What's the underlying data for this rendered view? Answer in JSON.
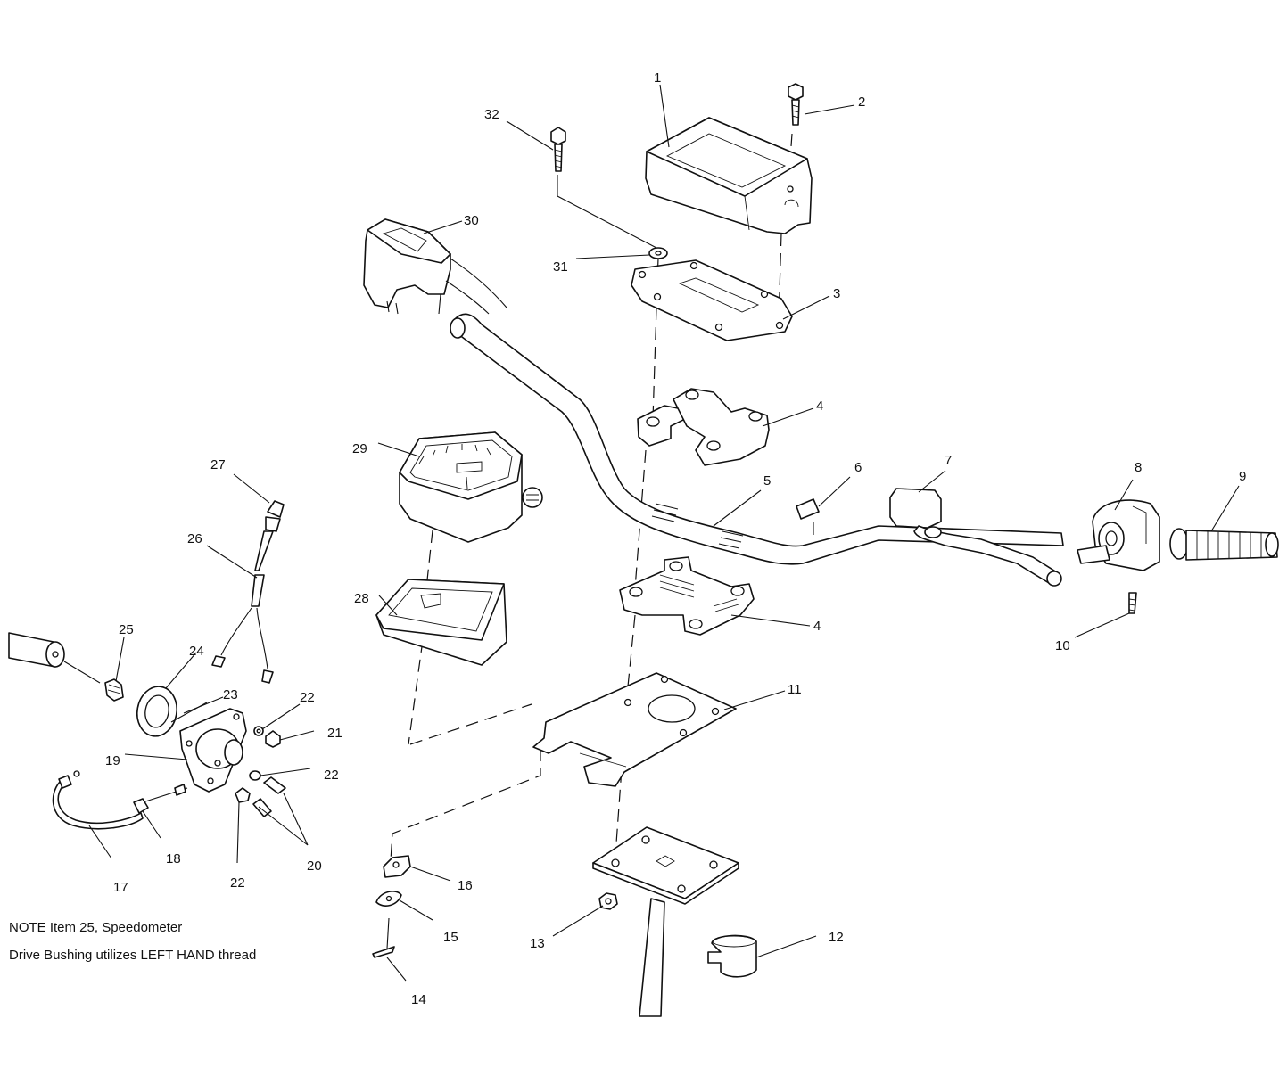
{
  "note": {
    "line1": "NOTE  Item 25, Speedometer",
    "line2": "Drive Bushing utilizes LEFT HAND thread"
  },
  "callouts": [
    {
      "id": "c1",
      "label": "1"
    },
    {
      "id": "c2",
      "label": "2"
    },
    {
      "id": "c3",
      "label": "3"
    },
    {
      "id": "c4a",
      "label": "4"
    },
    {
      "id": "c4b",
      "label": "4"
    },
    {
      "id": "c5",
      "label": "5"
    },
    {
      "id": "c6",
      "label": "6"
    },
    {
      "id": "c7",
      "label": "7"
    },
    {
      "id": "c8",
      "label": "8"
    },
    {
      "id": "c9",
      "label": "9"
    },
    {
      "id": "c10",
      "label": "10"
    },
    {
      "id": "c11",
      "label": "11"
    },
    {
      "id": "c12",
      "label": "12"
    },
    {
      "id": "c13",
      "label": "13"
    },
    {
      "id": "c14",
      "label": "14"
    },
    {
      "id": "c15",
      "label": "15"
    },
    {
      "id": "c16",
      "label": "16"
    },
    {
      "id": "c17",
      "label": "17"
    },
    {
      "id": "c18",
      "label": "18"
    },
    {
      "id": "c19",
      "label": "19"
    },
    {
      "id": "c20",
      "label": "20"
    },
    {
      "id": "c21",
      "label": "21"
    },
    {
      "id": "c22a",
      "label": "22"
    },
    {
      "id": "c22b",
      "label": "22"
    },
    {
      "id": "c22c",
      "label": "22"
    },
    {
      "id": "c23",
      "label": "23"
    },
    {
      "id": "c24",
      "label": "24"
    },
    {
      "id": "c25",
      "label": "25"
    },
    {
      "id": "c26",
      "label": "26"
    },
    {
      "id": "c27",
      "label": "27"
    },
    {
      "id": "c28",
      "label": "28"
    },
    {
      "id": "c29",
      "label": "29"
    },
    {
      "id": "c30",
      "label": "30"
    },
    {
      "id": "c31",
      "label": "31"
    },
    {
      "id": "c32",
      "label": "32"
    }
  ]
}
